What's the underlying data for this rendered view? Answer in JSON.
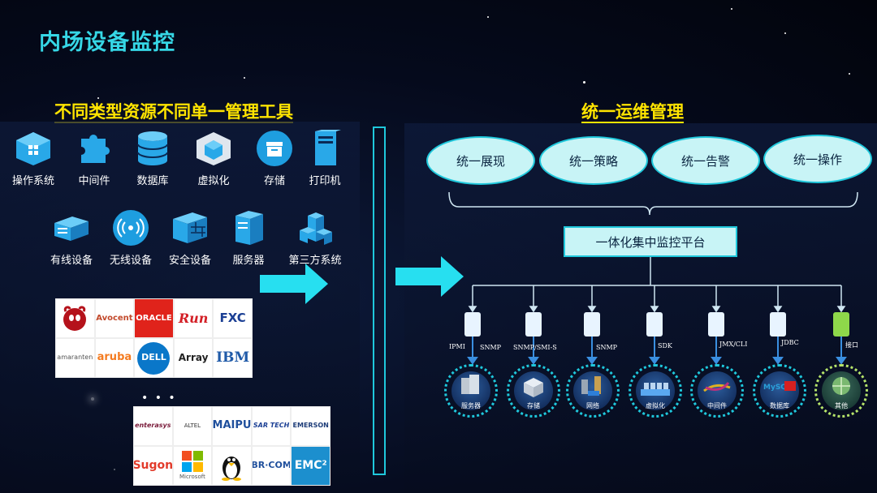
{
  "title": "内场设备监控",
  "left_heading": "不同类型资源不同单一管理工具",
  "right_heading": "统一运维管理",
  "categories_row1": [
    {
      "label": "操作系统",
      "icon": "os-icon"
    },
    {
      "label": "中间件",
      "icon": "puzzle-icon"
    },
    {
      "label": "数据库",
      "icon": "database-icon"
    },
    {
      "label": "虚拟化",
      "icon": "virtual-cube-icon"
    },
    {
      "label": "存储",
      "icon": "storage-box-icon"
    },
    {
      "label": "打印机",
      "icon": "printer-tower-icon"
    }
  ],
  "categories_row2": [
    {
      "label": "有线设备",
      "icon": "switch-icon"
    },
    {
      "label": "无线设备",
      "icon": "wifi-icon"
    },
    {
      "label": "安全设备",
      "icon": "firewall-icon"
    },
    {
      "label": "服务器",
      "icon": "server-icon"
    },
    {
      "label": "第三方系统",
      "icon": "building-icon"
    }
  ],
  "logos_top": [
    "",
    "Avocent",
    "ORACLE",
    "Run",
    "FXC",
    "amaranten",
    "aruba",
    "DELL",
    "Array",
    "IBM"
  ],
  "logos_bottom": [
    "enterasys",
    "ALTEL",
    "MAIPU",
    "SAR TECH",
    "EMERSON",
    "Sugon",
    "Microsoft",
    "",
    "BR·COM",
    "EMC²"
  ],
  "ellipsis": "• • •",
  "top_ovals": [
    "统一展现",
    "统一策略",
    "统一告警",
    "统一操作"
  ],
  "platform": "一体化集中监控平台",
  "protocols": [
    "IPMI",
    "SNMP",
    "SNMP/SMI-S",
    "SNMP",
    "SDK",
    "JMX/CLI",
    "JDBC",
    "接口"
  ],
  "nodes": [
    "服务器",
    "存储",
    "网络",
    "虚拟化",
    "中间件",
    "数据库",
    "其他"
  ],
  "colors": {
    "accent": "#1fc8dc",
    "heading": "#ffe400",
    "title": "#36d7e6",
    "pill": "#c8f4f6",
    "green_box": "#8ed84a"
  }
}
